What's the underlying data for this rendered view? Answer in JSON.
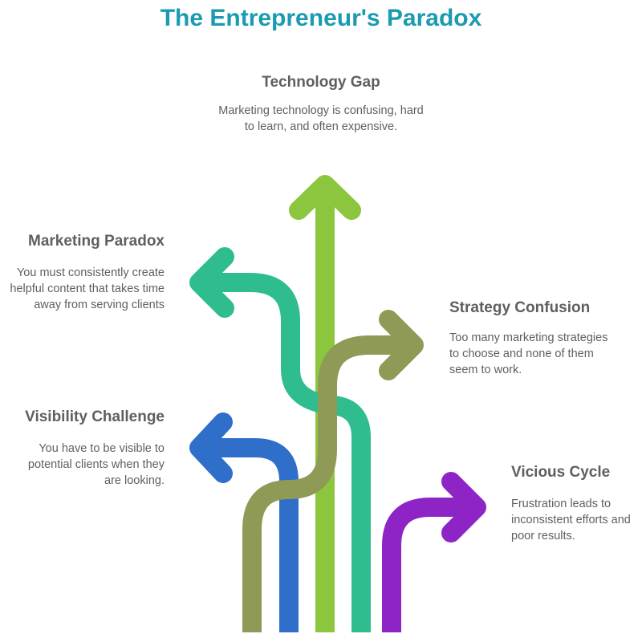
{
  "title": "The Entrepreneur's Paradox",
  "items": [
    {
      "heading": "Technology Gap",
      "desc": "Marketing technology is confusing, hard to learn, and often expensive.",
      "color": "#8cc63f"
    },
    {
      "heading": "Marketing Paradox",
      "desc": "You must consistently create helpful content that takes time away from serving clients",
      "color": "#2fbd8f"
    },
    {
      "heading": "Strategy Confusion",
      "desc": "Too many marketing strategies to choose and none of them seem to work.",
      "color": "#8e9a55"
    },
    {
      "heading": "Visibility Challenge",
      "desc": "You have to be visible to potential clients when they are looking.",
      "color": "#2f6fca"
    },
    {
      "heading": "Vicious Cycle",
      "desc": "Frustration leads to inconsistent efforts and poor results.",
      "color": "#8e24c6"
    }
  ]
}
